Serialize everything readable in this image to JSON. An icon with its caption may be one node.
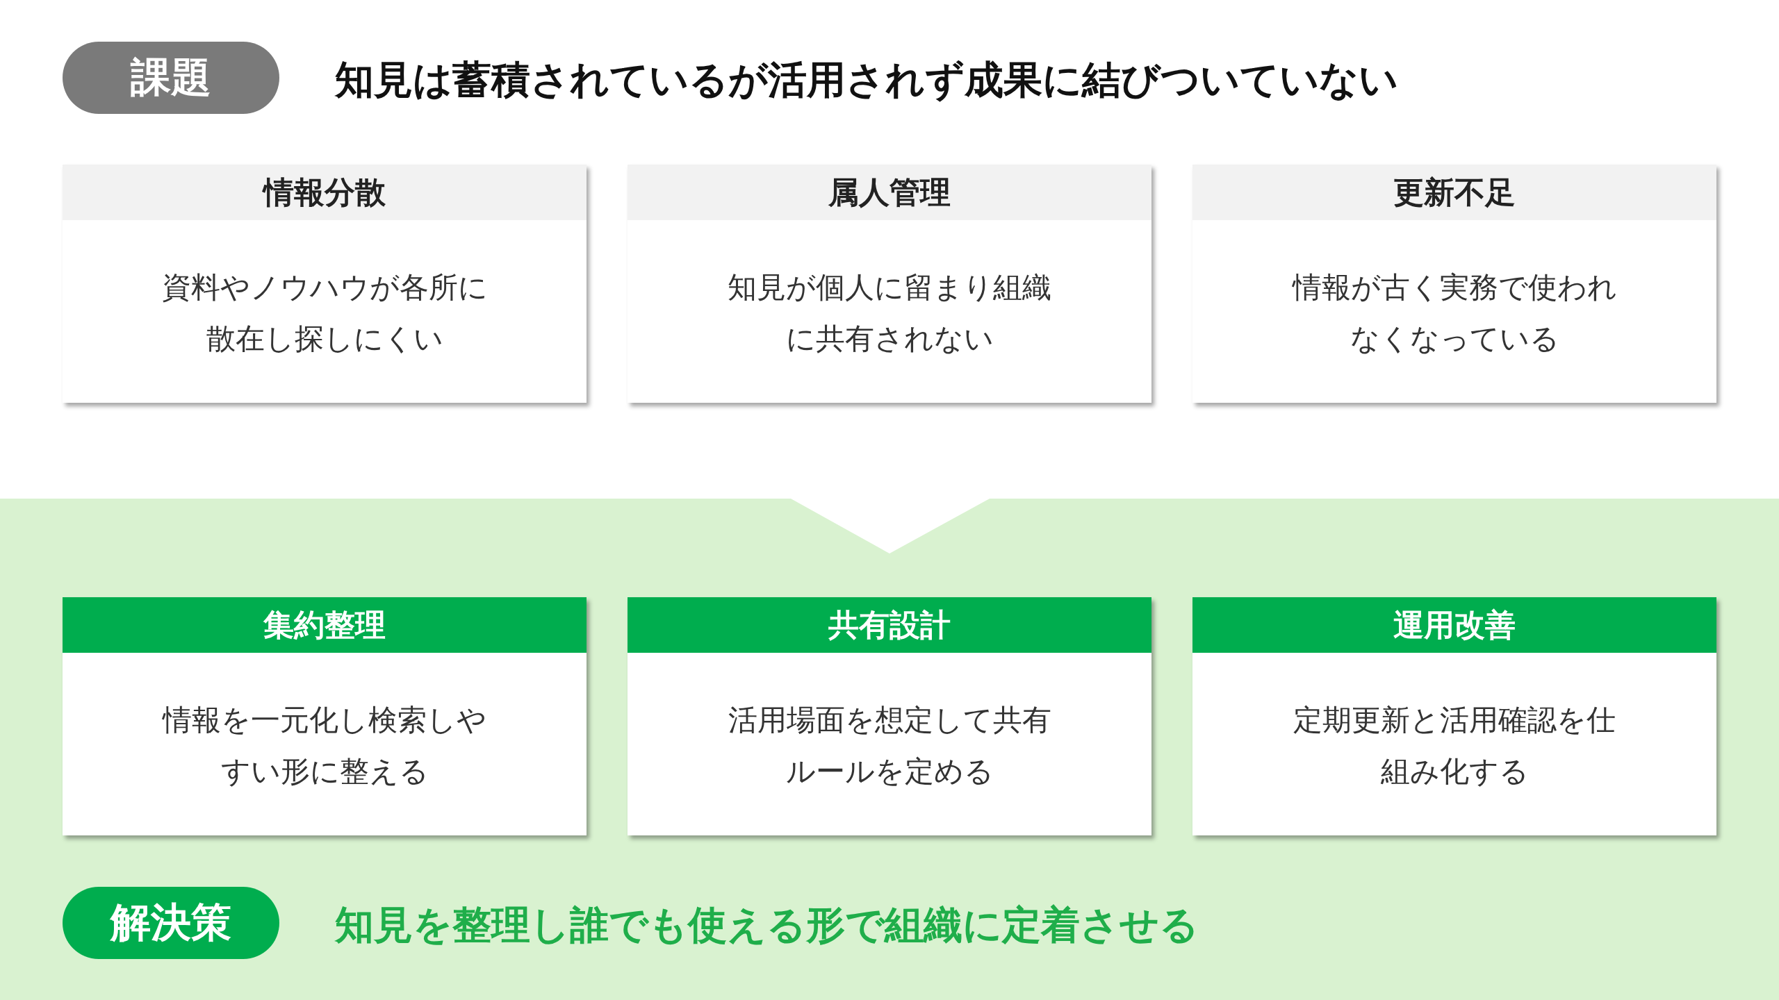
{
  "diagram": {
    "nodes": [
      {
        "text": [
          "課題"
        ],
        "beside": [
          "知見は蓄積されているが活用されず成果に結びついていない"
        ]
      },
      {
        "text": [
          "情報分散",
          "資料やノウハウが各所に散在し探しにくい"
        ]
      },
      {
        "text": [
          "属人管理",
          "知見が個人に留まり組織に共有されない"
        ]
      },
      {
        "text": [
          "更新不足",
          "情報が古く実務で使われなくなっている"
        ]
      },
      {
        "text": [
          "集約整理",
          "情報を一元化し検索しやすい形に整える"
        ]
      },
      {
        "text": [
          "共有設計",
          "活用場面を想定して共有ルールを定める"
        ]
      },
      {
        "text": [
          "運用改善",
          "定期更新と活用確認を仕組み化する"
        ]
      },
      {
        "text": [
          "解決策"
        ],
        "beside": [
          "知見を整理し誰でも使える形で組織に定着させる"
        ]
      }
    ]
  }
}
